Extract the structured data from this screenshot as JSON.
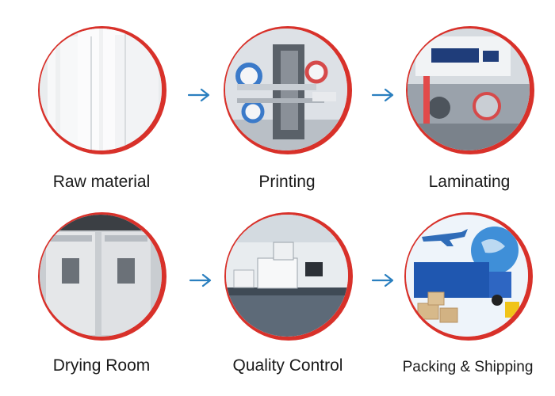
{
  "steps": [
    {
      "label": "Raw material",
      "icon": "film-roll-icon"
    },
    {
      "label": "Printing",
      "icon": "printing-press-icon"
    },
    {
      "label": "Laminating",
      "icon": "laminating-machine-icon"
    },
    {
      "label": "Drying Room",
      "icon": "drying-cabinet-icon"
    },
    {
      "label": "Quality Control",
      "icon": "lab-equipment-icon"
    },
    {
      "label": "Packing & Shipping",
      "icon": "truck-plane-globe-icon"
    }
  ],
  "colors": {
    "accent": "#d8312a",
    "arrow": "#2a7fbf"
  }
}
